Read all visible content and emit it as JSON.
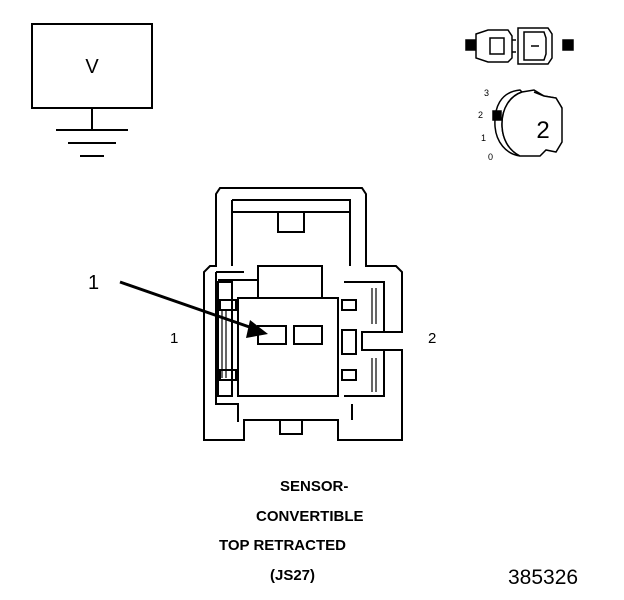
{
  "voltage_box": {
    "label": "V"
  },
  "view_indicator": {
    "scale_labels": [
      "3",
      "2",
      "1",
      "0"
    ],
    "position_label": "2"
  },
  "connector": {
    "callout_label": "1",
    "cavity_left_label": "1",
    "cavity_right_label": "2"
  },
  "caption": {
    "line1": "SENSOR-",
    "line2": "CONVERTIBLE",
    "line3": "TOP RETRACTED",
    "line4": "(JS27)"
  },
  "figure_number": "385326",
  "colors": {
    "line": "#000000",
    "background": "#ffffff"
  }
}
